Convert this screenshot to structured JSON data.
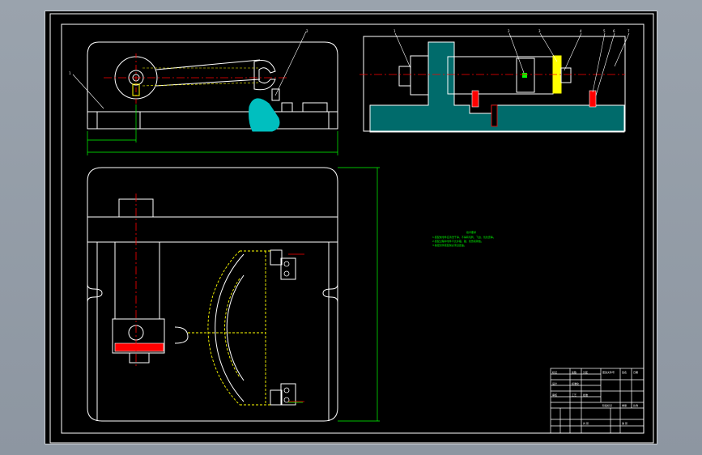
{
  "drawing": {
    "background_color": "#000000",
    "line_colors": {
      "outline": "#ffffff",
      "centerline": "#ff0000",
      "hidden": "#ffff00",
      "dimension": "#00ff00",
      "hatch": "#00bfbf",
      "balloon": "#ffffff"
    },
    "balloons": {
      "front_view": [
        "1",
        "2"
      ],
      "section_view": [
        "1",
        "2",
        "3",
        "4",
        "5",
        "6",
        "7"
      ]
    },
    "notes": {
      "header": "技术要求",
      "lines": [
        "1.装配前零件应清洗干净，不得有毛刺、飞边、氧化皮等。",
        "2.装配过程中零件不允许磕、碰、划伤和锈蚀。",
        "3.各密封件装配前必须浸透油。"
      ]
    },
    "title_block": {
      "cells": [
        "标记",
        "处数",
        "分区",
        "更改文件号",
        "签名",
        "日期",
        "设计",
        "标准化",
        "审核",
        "工艺",
        "批准",
        "阶段标记",
        "重量",
        "比例",
        "共 张",
        "第 张"
      ]
    }
  }
}
